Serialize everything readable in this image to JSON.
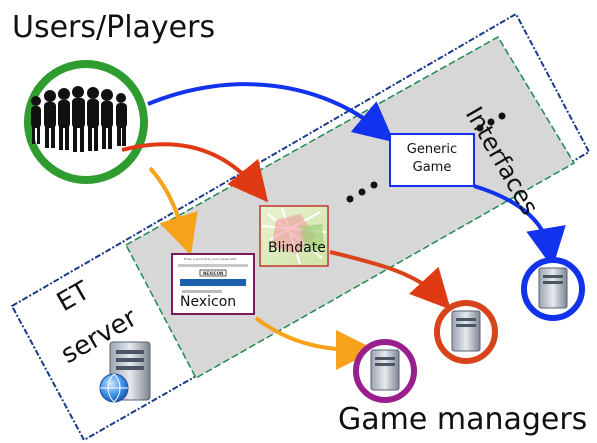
{
  "title_users": "Users/Players",
  "et_server_line1": "ET",
  "et_server_line2": "server",
  "interfaces_label": "Interfaces",
  "game_managers_label": "Game managers",
  "interfaces": [
    {
      "name": "nexicon",
      "label": "Nexicon",
      "thumb_header": "Enter a word that you'd relate with:",
      "thumb_word": "NEXICON"
    },
    {
      "name": "blindate",
      "label": "Blindate"
    },
    {
      "name": "generic-game",
      "label_line1": "Generic",
      "label_line2": "Game"
    }
  ],
  "ellipsis": "•  •  •",
  "colors": {
    "users_ring": "#2e9c2e",
    "frame_border": "#1a3a8a",
    "inner_border": "#1f8a50",
    "inner_fill": "#d7d7d7",
    "arrow_blue": "#1133ee",
    "arrow_red": "#e03a14",
    "arrow_orange": "#f7a21b",
    "manager_blue": "#1133ee",
    "manager_red": "#d8441a",
    "manager_purple": "#9a1f8e"
  }
}
